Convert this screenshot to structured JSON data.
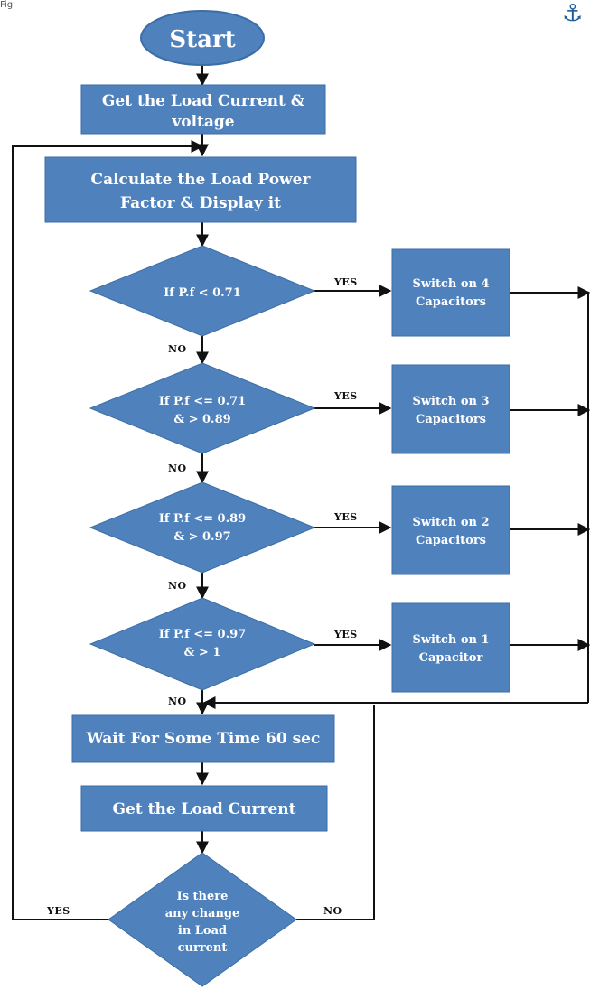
{
  "header_fragment": "Fig",
  "colors": {
    "shape_fill": "#4f81bd",
    "shape_stroke": "#3a6ea5",
    "text": "#ffffff",
    "edge": "#111111",
    "icon": "#1f5f9a"
  },
  "icon": "anchor-icon",
  "nodes": {
    "start": "Start",
    "get_load": [
      "Get the Load Current &",
      "voltage"
    ],
    "calc_pf": [
      "Calculate the Load Power",
      "Factor & Display it"
    ],
    "d1": [
      "If P.f < 0.71"
    ],
    "d2": [
      "If P.f <= 0.71",
      "& > 0.89"
    ],
    "d3": [
      "If P.f <= 0.89",
      "& > 0.97"
    ],
    "d4": [
      "If P.f <= 0.97",
      "& > 1"
    ],
    "s4": [
      "Switch on 4",
      "Capacitors"
    ],
    "s3": [
      "Switch on 3",
      "Capacitors"
    ],
    "s2": [
      "Switch on 2",
      "Capacitors"
    ],
    "s1": [
      "Switch on 1",
      "Capacitor"
    ],
    "wait": "Wait For Some Time 60 sec",
    "get_current": "Get the Load Current",
    "change": [
      "Is there",
      "any change",
      "in Load",
      "current"
    ]
  },
  "edge_labels": {
    "yes": "YES",
    "no": "NO"
  }
}
